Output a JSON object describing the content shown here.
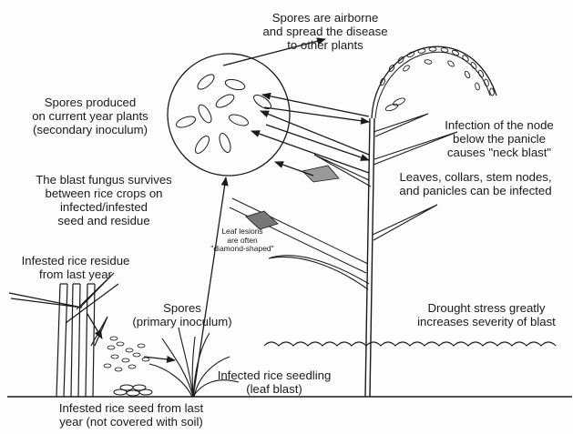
{
  "labels": {
    "spores_airborne": [
      "Spores are airborne",
      "and spread the disease",
      "to other plants"
    ],
    "spores_produced": [
      "Spores produced",
      "on current year plants",
      "(secondary inoculum)"
    ],
    "infection_node": [
      "Infection of the node",
      "below the panicle",
      "causes \"neck blast\""
    ],
    "leaves_collars": [
      "Leaves, collars, stem nodes,",
      "and panicles can be infected"
    ],
    "fungus_survives": [
      "The blast fungus survives",
      "between rice crops on",
      "infected/infested",
      "seed and residue"
    ],
    "leaf_lesions": [
      "Leaf lesions",
      "are often",
      "\"diamond-shaped\""
    ],
    "residue": [
      "Infested rice residue",
      "from last year"
    ],
    "spores_primary": [
      "Spores",
      "(primary inoculum)"
    ],
    "drought": [
      "Drought stress greatly",
      "increases severity of blast"
    ],
    "seedling": [
      "Infected rice seedling",
      "(leaf blast)"
    ],
    "seed": [
      "Infested rice seed from last",
      "year (not covered with soil)"
    ]
  }
}
